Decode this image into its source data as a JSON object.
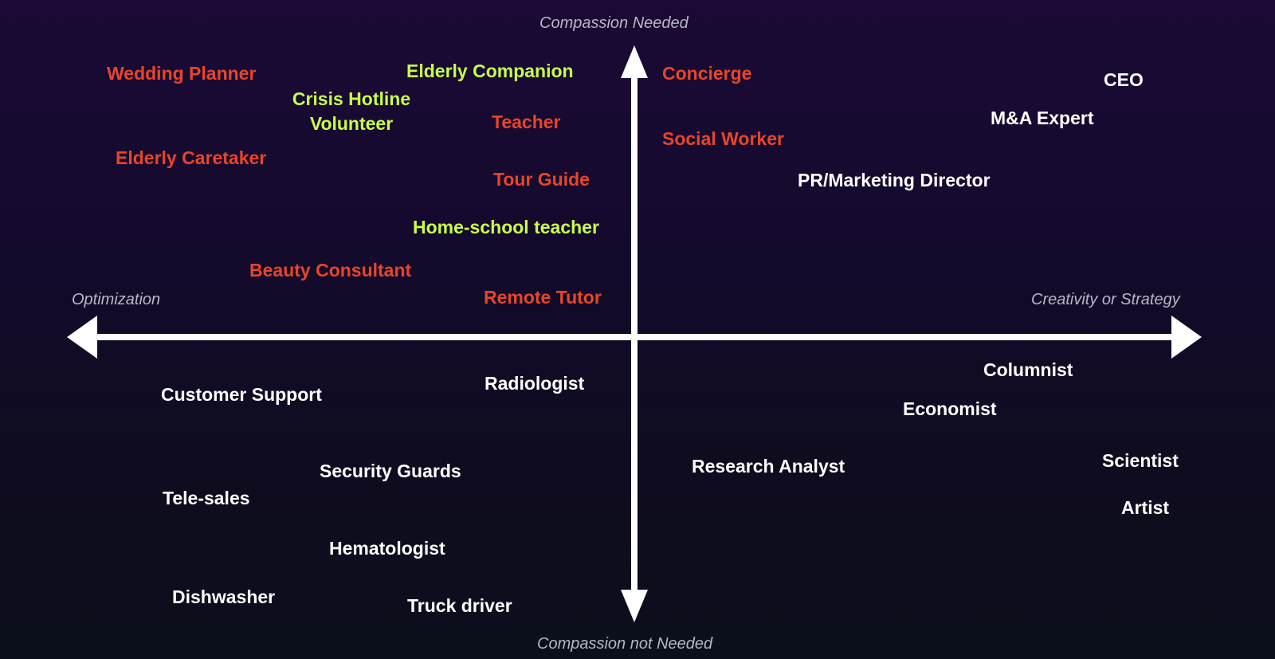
{
  "axes": {
    "top": "Compassion Needed",
    "bottom": "Compassion not Needed",
    "left": "Optimization",
    "right": "Creativity or Strategy"
  },
  "legend_colors": {
    "red": "#e8452a",
    "green": "#c8ff4a",
    "white": "#ffffff"
  },
  "jobs": {
    "wedding_planner": "Wedding Planner",
    "elderly_companion": "Elderly Companion",
    "crisis_hotline_line1": "Crisis Hotline",
    "crisis_hotline_line2": "Volunteer",
    "elderly_caretaker": "Elderly Caretaker",
    "teacher": "Teacher",
    "tour_guide": "Tour Guide",
    "home_school_teacher": "Home-school teacher",
    "beauty_consultant": "Beauty Consultant",
    "remote_tutor": "Remote Tutor",
    "concierge": "Concierge",
    "social_worker": "Social Worker",
    "ceo": "CEO",
    "ma_expert": "M&A Expert",
    "pr_marketing_director": "PR/Marketing Director",
    "customer_support": "Customer Support",
    "radiologist": "Radiologist",
    "security_guards": "Security Guards",
    "tele_sales": "Tele-sales",
    "hematologist": "Hematologist",
    "dishwasher": "Dishwasher",
    "truck_driver": "Truck driver",
    "columnist": "Columnist",
    "economist": "Economist",
    "research_analyst": "Research Analyst",
    "scientist": "Scientist",
    "artist": "Artist"
  }
}
